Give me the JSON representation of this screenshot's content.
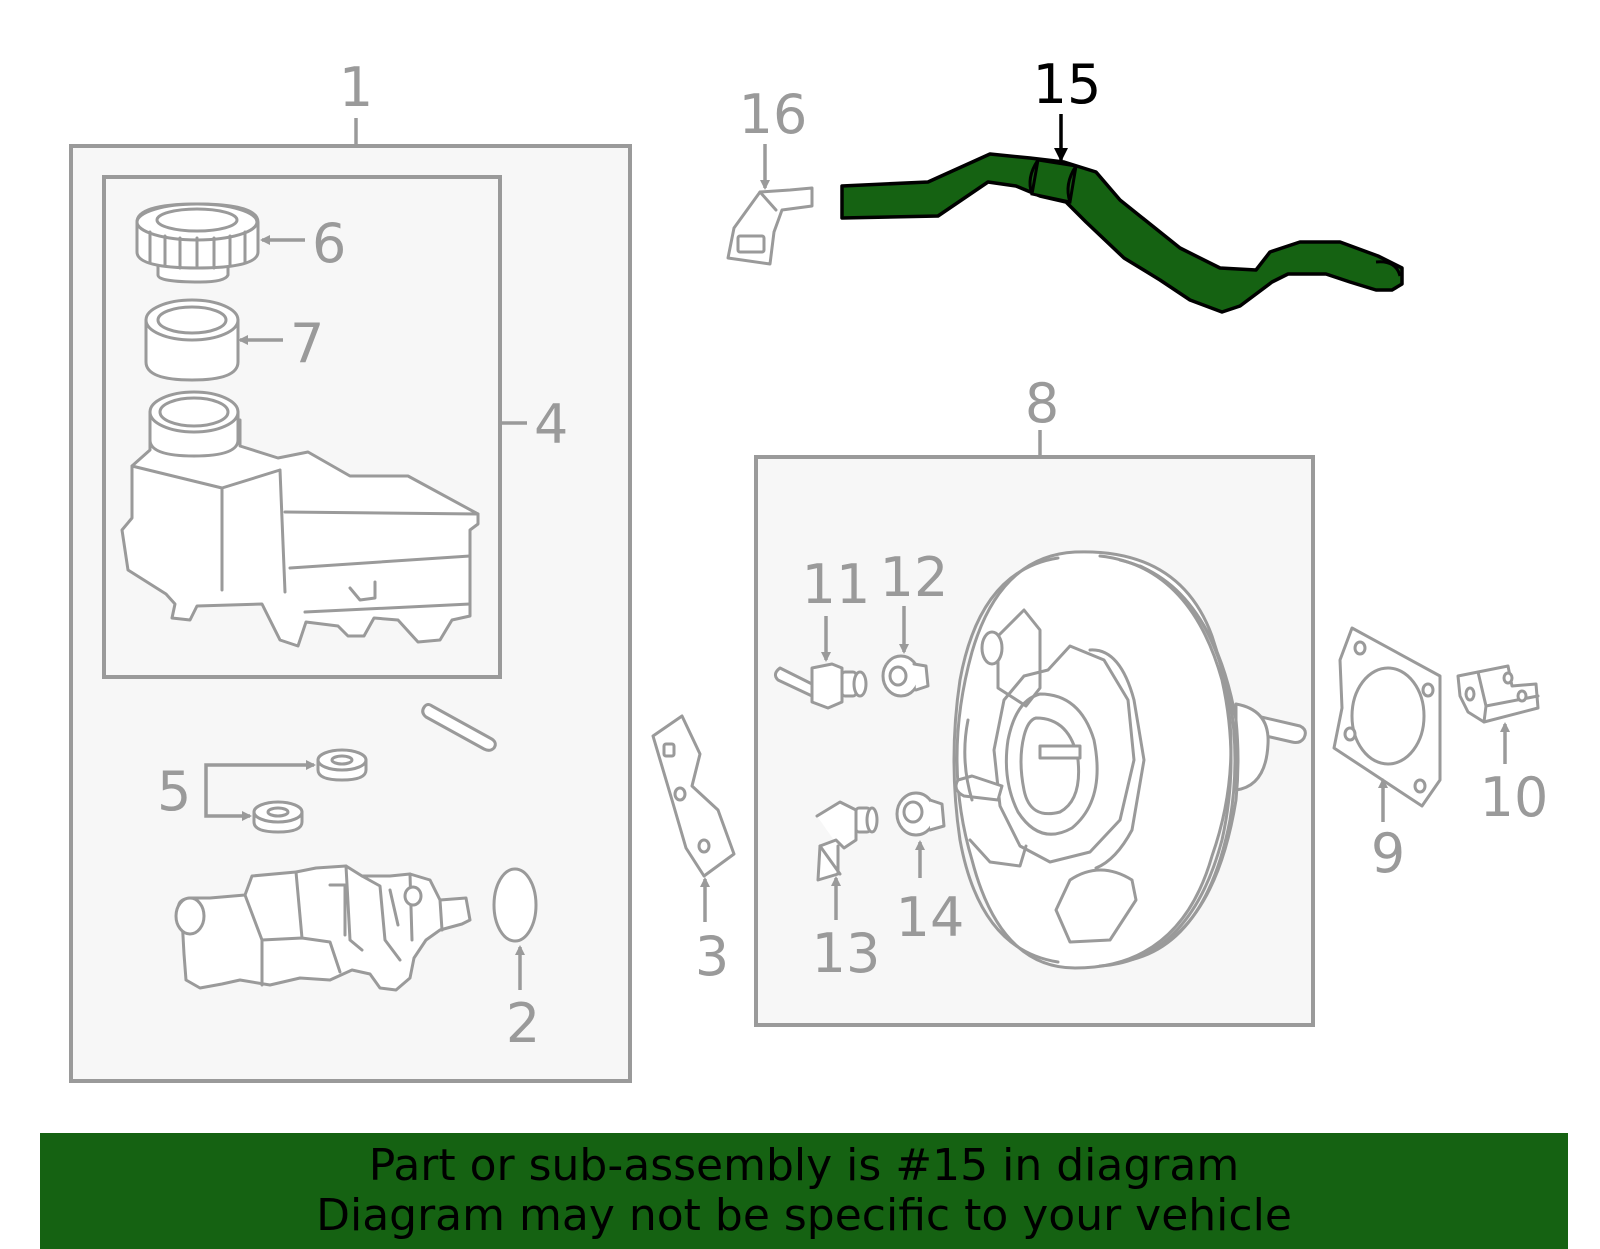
{
  "callouts": {
    "c1": "1",
    "c2": "2",
    "c3": "3",
    "c4": "4",
    "c5": "5",
    "c6": "6",
    "c7": "7",
    "c8": "8",
    "c9": "9",
    "c10": "10",
    "c11": "11",
    "c12": "12",
    "c13": "13",
    "c14": "14",
    "c15": "15",
    "c16": "16"
  },
  "highlight": {
    "part_number": "15",
    "color": "#156212",
    "label_color": "#000000"
  },
  "banner": {
    "line1": "Part or sub-assembly is #15 in diagram",
    "line2": "Diagram may not be specific to your vehicle",
    "background": "#156212"
  }
}
